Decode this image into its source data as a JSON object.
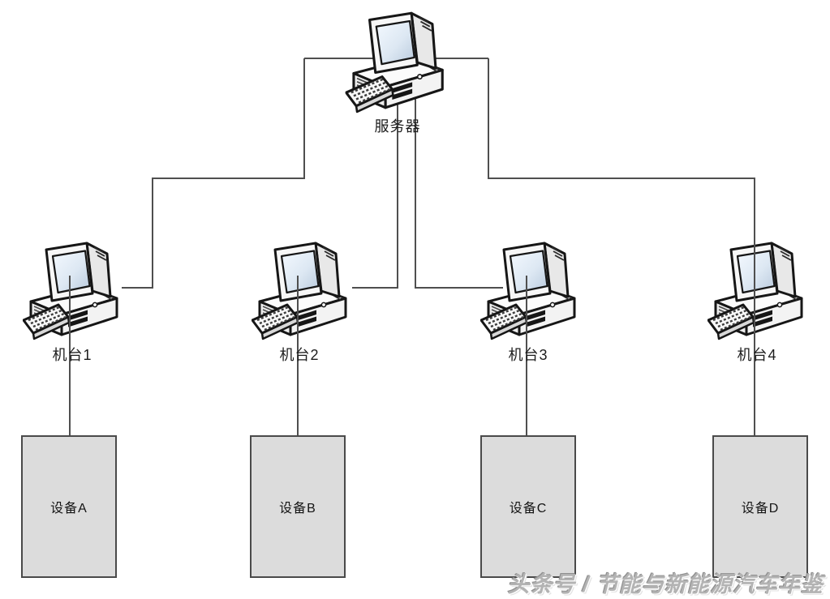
{
  "diagram": {
    "title_hint": "server-workstation-device network topology",
    "server": {
      "label": "服务器"
    },
    "workstations": [
      {
        "label": "机台1"
      },
      {
        "label": "机台2"
      },
      {
        "label": "机台3"
      },
      {
        "label": "机台4"
      }
    ],
    "devices": [
      {
        "label": "设备A"
      },
      {
        "label": "设备B"
      },
      {
        "label": "设备C"
      },
      {
        "label": "设备D"
      }
    ],
    "connections": [
      {
        "from": "服务器",
        "to": "机台1"
      },
      {
        "from": "服务器",
        "to": "机台2"
      },
      {
        "from": "服务器",
        "to": "机台3"
      },
      {
        "from": "服务器",
        "to": "机台4"
      },
      {
        "from": "机台1",
        "to": "设备A"
      },
      {
        "from": "机台2",
        "to": "设备B"
      },
      {
        "from": "机台3",
        "to": "设备C"
      },
      {
        "from": "机台4",
        "to": "设备D"
      }
    ],
    "colors": {
      "background": "#ffffff",
      "line": "#4f4f4f",
      "device_fill": "#dcdcdc",
      "device_border": "#4a4a4a",
      "label_text": "#1c1c1c",
      "watermark": "#b3b3b3"
    }
  },
  "watermark": {
    "text": "头条号 / 节能与新能源汽车年鉴"
  }
}
